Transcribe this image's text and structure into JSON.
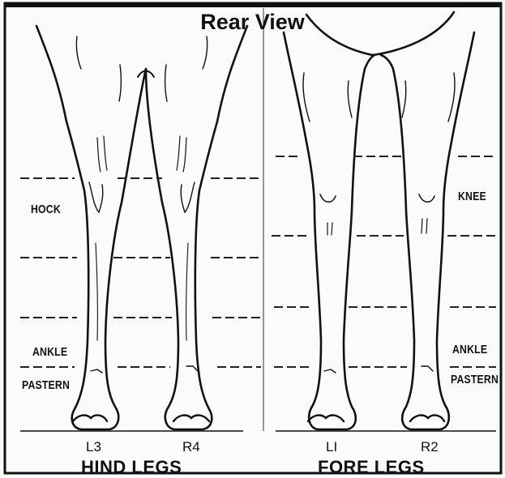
{
  "title": "Rear View",
  "hind": {
    "group_label": "HIND LEGS",
    "left_id": "L3",
    "right_id": "R4",
    "labels": {
      "hock": "HOCK",
      "ankle": "ANKLE",
      "pastern": "PASTERN"
    }
  },
  "fore": {
    "group_label": "FORE LEGS",
    "left_id": "LI",
    "right_id": "R2",
    "labels": {
      "knee": "KNEE",
      "ankle": "ANKLE",
      "pastern": "PASTERN"
    }
  }
}
